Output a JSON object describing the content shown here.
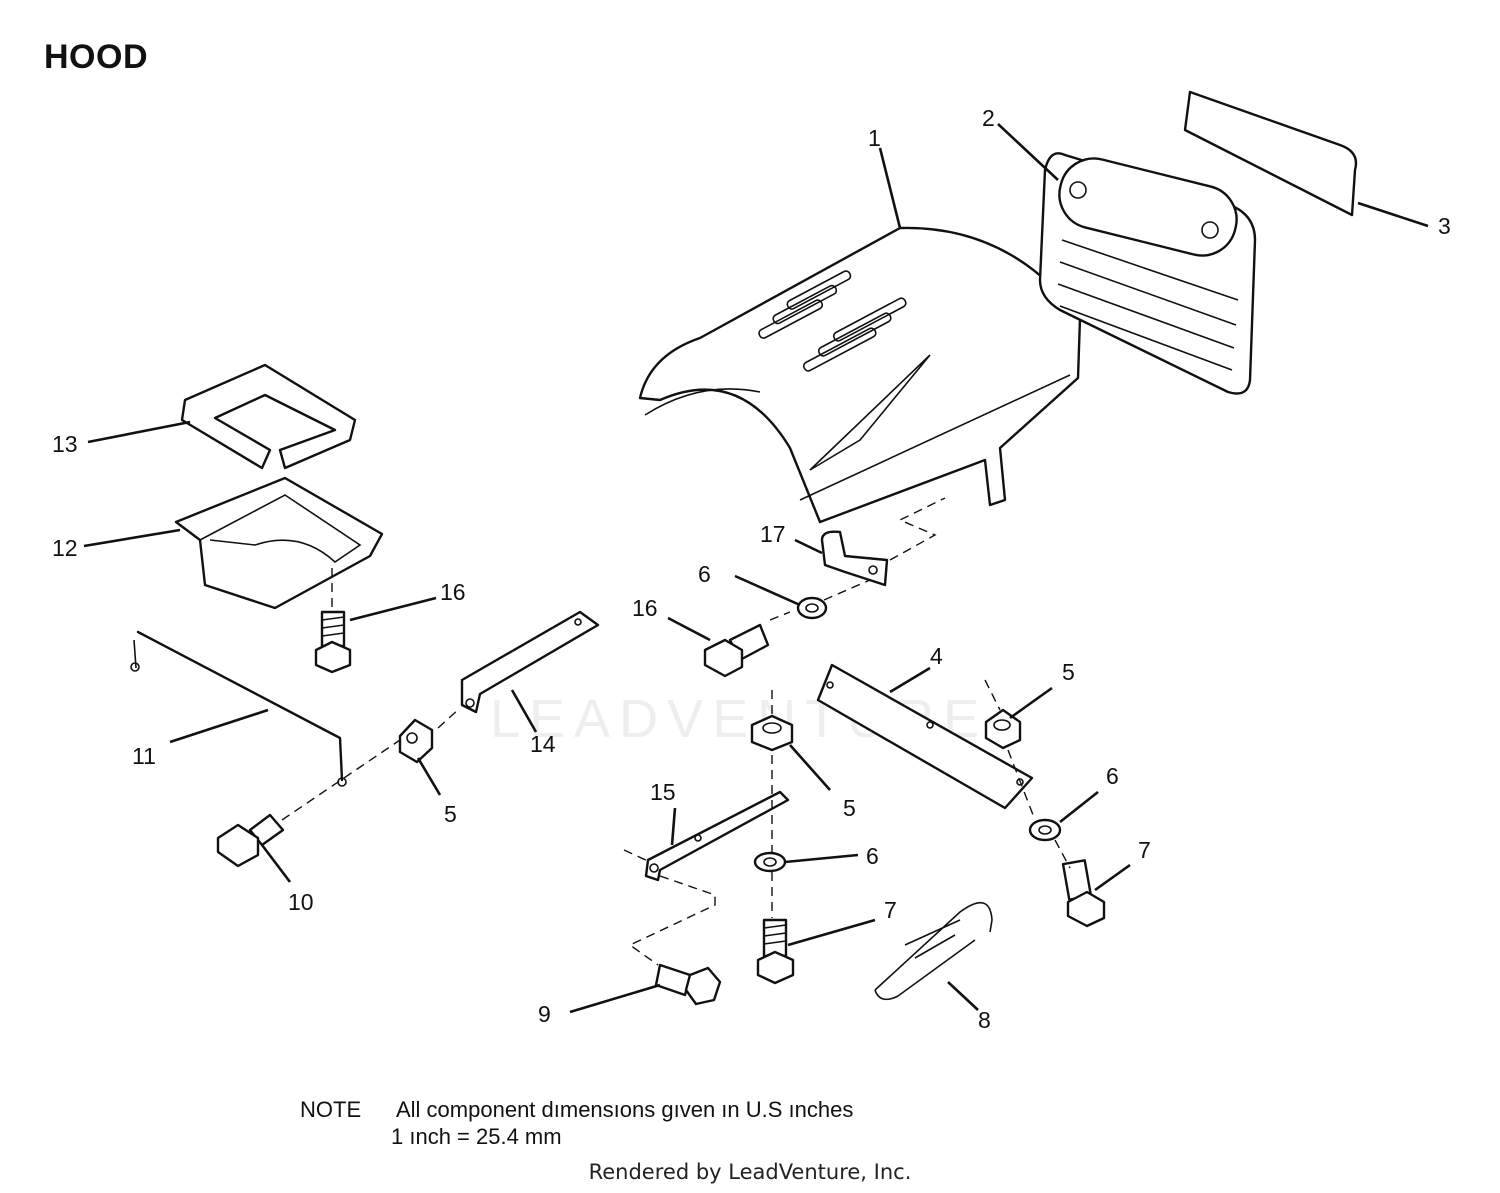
{
  "title": "HOOD",
  "callouts": {
    "c1": "1",
    "c2": "2",
    "c3": "3",
    "c4": "4",
    "c5a": "5",
    "c5b": "5",
    "c5c": "5",
    "c6a": "6",
    "c6b": "6",
    "c6c": "6",
    "c7a": "7",
    "c7b": "7",
    "c8": "8",
    "c9": "9",
    "c10": "10",
    "c11": "11",
    "c12": "12",
    "c13": "13",
    "c14": "14",
    "c15": "15",
    "c16a": "16",
    "c16b": "16",
    "c17": "17"
  },
  "note": {
    "prefix": "NOTE",
    "line1": "All component dımensıons gıven ın U.S  ınches",
    "line2": "1 ınch = 25.4 mm"
  },
  "watermark": "LEADVENTURE",
  "footer": "Rendered by LeadVenture, Inc."
}
